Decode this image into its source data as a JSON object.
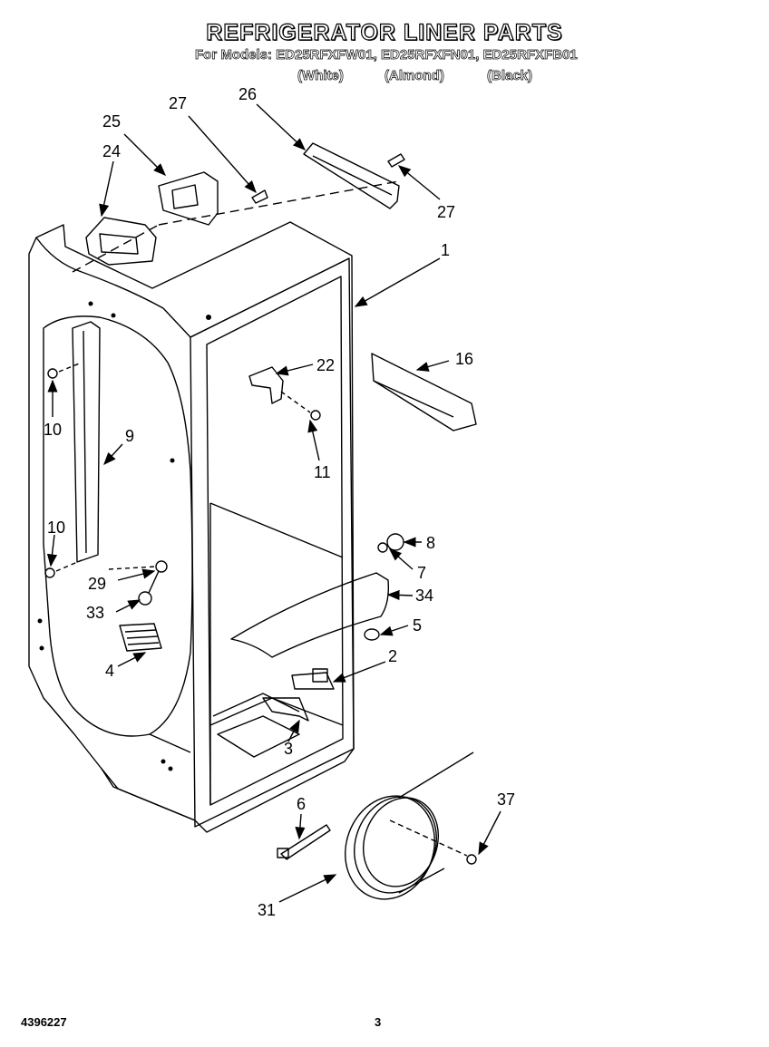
{
  "header": {
    "title": "REFRIGERATOR LINER PARTS",
    "models": "For Models: ED25RFXFW01, ED25RFXFN01, ED25RFXFB01",
    "variants": [
      "(White)",
      "(Almond)",
      "(Black)"
    ]
  },
  "callouts": [
    {
      "id": "c25",
      "text": "25"
    },
    {
      "id": "c27a",
      "text": "27"
    },
    {
      "id": "c26",
      "text": "26"
    },
    {
      "id": "c24",
      "text": "24"
    },
    {
      "id": "c27b",
      "text": "27"
    },
    {
      "id": "c1",
      "text": "1"
    },
    {
      "id": "c22",
      "text": "22"
    },
    {
      "id": "c16",
      "text": "16"
    },
    {
      "id": "c10a",
      "text": "10"
    },
    {
      "id": "c9",
      "text": "9"
    },
    {
      "id": "c11",
      "text": "11"
    },
    {
      "id": "c10b",
      "text": "10"
    },
    {
      "id": "c8",
      "text": "8"
    },
    {
      "id": "c7",
      "text": "7"
    },
    {
      "id": "c29",
      "text": "29"
    },
    {
      "id": "c34",
      "text": "34"
    },
    {
      "id": "c33",
      "text": "33"
    },
    {
      "id": "c5",
      "text": "5"
    },
    {
      "id": "c4",
      "text": "4"
    },
    {
      "id": "c2",
      "text": "2"
    },
    {
      "id": "c3",
      "text": "3"
    },
    {
      "id": "c6",
      "text": "6"
    },
    {
      "id": "c37",
      "text": "37"
    },
    {
      "id": "c31",
      "text": "31"
    }
  ],
  "footer": {
    "doc_number": "4396227",
    "page_number": "3"
  }
}
